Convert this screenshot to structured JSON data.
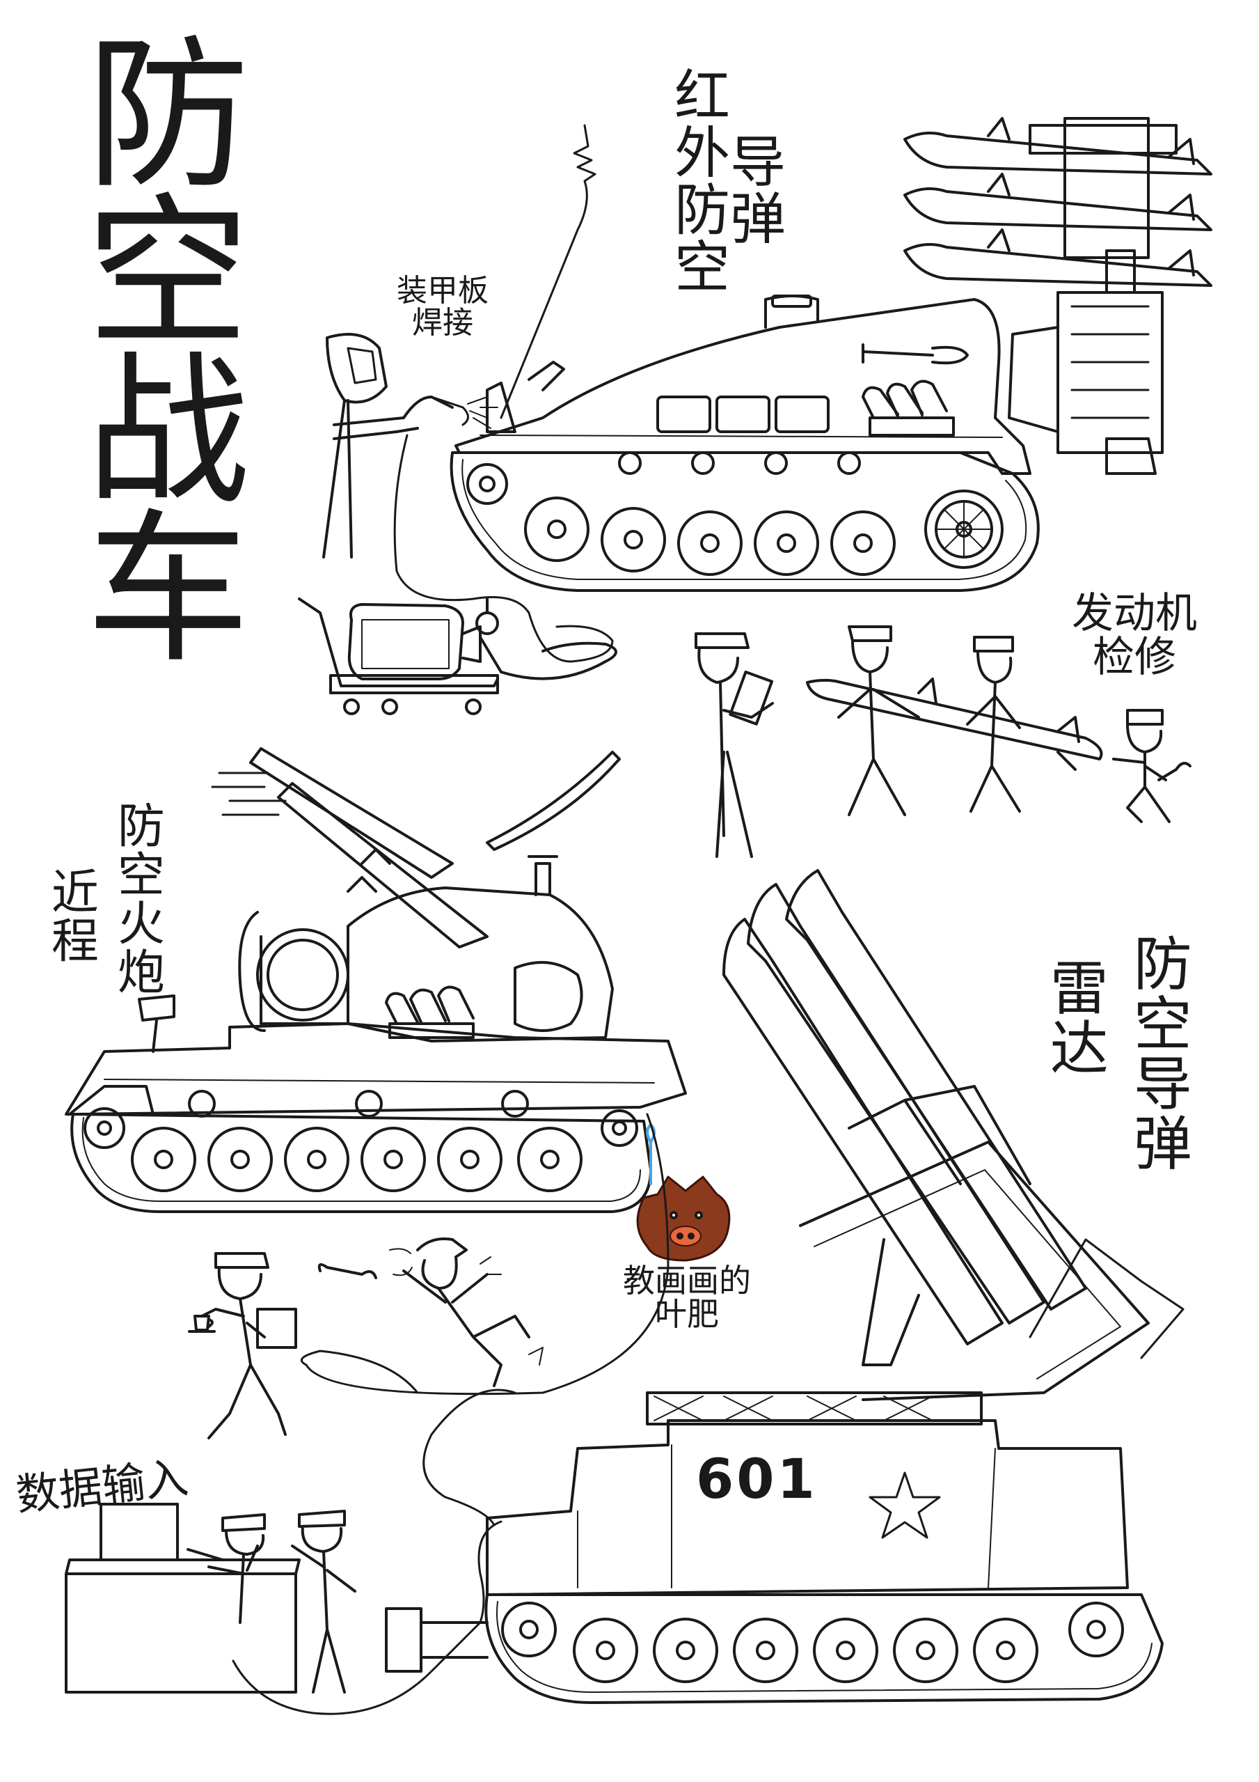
{
  "title": "防空战车",
  "labels": {
    "ir_missile": {
      "col1": "红外防空",
      "col2": "导弹"
    },
    "armor_welding": {
      "line1": "装甲板",
      "line2": "焊接"
    },
    "engine_repair": {
      "line1": "发动机",
      "line2": "检修"
    },
    "close_range_aa_gun": {
      "col1": "防空火炮",
      "col2": "近程"
    },
    "radar_aa_missile": {
      "col1": "雷达",
      "col2": "防空导弹"
    },
    "data_input": "数据输入"
  },
  "author": {
    "line1": "教画画的",
    "line2": "叶肥"
  },
  "vehicle_number": "601",
  "colors": {
    "ink": "#1a1a1a",
    "paper": "#ffffff",
    "mascot": "#8b3a1e",
    "mascot_light": "#e8673c",
    "torch": "#4aa3df"
  },
  "icons": [
    "star-icon",
    "coffee-cup-icon",
    "wrench-icon",
    "clipboard-icon",
    "boar-mascot-icon"
  ]
}
